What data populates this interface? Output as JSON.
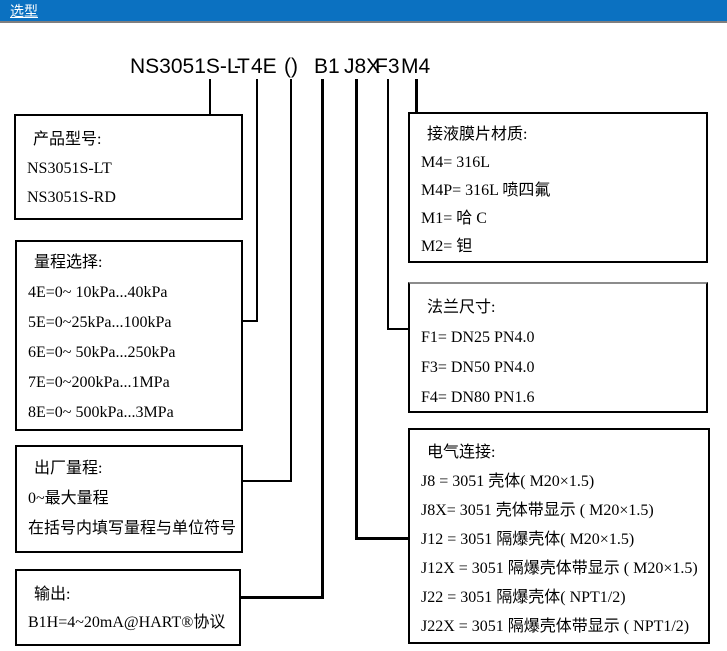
{
  "header": {
    "title": "选型",
    "bar_color": "#0b71c1",
    "border_color": "#7f7f7f",
    "text_color": "#ffffff"
  },
  "model_code": {
    "segments": [
      "NS3051S-LT",
      "-",
      "4E",
      "()",
      "B1",
      "J8X",
      "F3",
      "M4"
    ]
  },
  "boxes": {
    "product_model": {
      "title": "产品型号:",
      "items": [
        "NS3051S-LT",
        "NS3051S-RD"
      ]
    },
    "range_selection": {
      "title": "量程选择:",
      "items": [
        "4E=0~ 10kPa...40kPa",
        "5E=0~25kPa...100kPa",
        "6E=0~ 50kPa...250kPa",
        "7E=0~200kPa...1MPa",
        "8E=0~ 500kPa...3MPa"
      ]
    },
    "factory_range": {
      "title": "出厂量程:",
      "items": [
        "0~最大量程",
        "在括号内填写量程与单位符号"
      ]
    },
    "output": {
      "title": "输出:",
      "items": [
        "B1H=4~20mA@HART®协议"
      ]
    },
    "diaphragm_material": {
      "title": "接液膜片材质:",
      "items": [
        "M4= 316L",
        "M4P= 316L 喷四氟",
        "M1= 哈 C",
        "M2= 钽"
      ]
    },
    "flange_size": {
      "title": "法兰尺寸:",
      "items": [
        "F1= DN25 PN4.0",
        "F3= DN50 PN4.0",
        "F4= DN80 PN1.6"
      ]
    },
    "electrical_connection": {
      "title": "电气连接:",
      "items": [
        "J8 = 3051 壳体( M20×1.5)",
        "J8X= 3051 壳体带显示 ( M20×1.5)",
        "J12 = 3051 隔爆壳体( M20×1.5)",
        "J12X = 3051 隔爆壳体带显示 ( M20×1.5)",
        "J22 = 3051 隔爆壳体( NPT1/2)",
        "J22X = 3051 隔爆壳体带显示 ( NPT1/2)"
      ]
    }
  }
}
